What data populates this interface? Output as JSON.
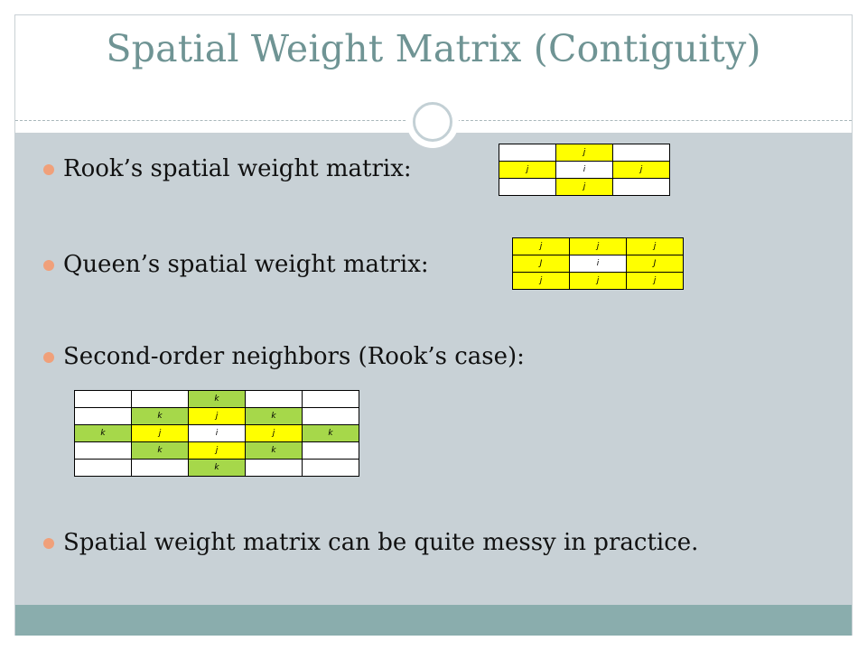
{
  "slide": {
    "title": "Spatial Weight Matrix (Contiguity)",
    "bullets": [
      "Rook’s spatial weight matrix:",
      "Queen’s spatial weight matrix:",
      "Second-order neighbors (Rook’s case):",
      "Spatial weight matrix can be quite messy in practice."
    ]
  },
  "colors": {
    "title": "#6f9494",
    "content_bg": "#c8d1d6",
    "footer": "#8aadad",
    "bullet": "#f0a07a",
    "first_order": "#ffff00",
    "second_order": "#a6d84a"
  },
  "rook_matrix": [
    [
      {
        "t": ""
      },
      {
        "t": "j",
        "c": "y"
      },
      {
        "t": ""
      }
    ],
    [
      {
        "t": "j",
        "c": "y"
      },
      {
        "t": "i"
      },
      {
        "t": "j",
        "c": "y"
      }
    ],
    [
      {
        "t": ""
      },
      {
        "t": "j",
        "c": "y"
      },
      {
        "t": ""
      }
    ]
  ],
  "queen_matrix": [
    [
      {
        "t": "j",
        "c": "y"
      },
      {
        "t": "j",
        "c": "y"
      },
      {
        "t": "j",
        "c": "y"
      }
    ],
    [
      {
        "t": "J",
        "c": "y"
      },
      {
        "t": "i"
      },
      {
        "t": "J",
        "c": "y"
      }
    ],
    [
      {
        "t": "j",
        "c": "y"
      },
      {
        "t": "j",
        "c": "y"
      },
      {
        "t": "j",
        "c": "y"
      }
    ]
  ],
  "second_order_matrix": [
    [
      {
        "t": ""
      },
      {
        "t": ""
      },
      {
        "t": "k",
        "c": "g"
      },
      {
        "t": ""
      },
      {
        "t": ""
      }
    ],
    [
      {
        "t": ""
      },
      {
        "t": "k",
        "c": "g"
      },
      {
        "t": "j",
        "c": "y"
      },
      {
        "t": "k",
        "c": "g"
      },
      {
        "t": ""
      }
    ],
    [
      {
        "t": "k",
        "c": "g"
      },
      {
        "t": "j",
        "c": "y"
      },
      {
        "t": "i"
      },
      {
        "t": "j",
        "c": "y"
      },
      {
        "t": "k",
        "c": "g"
      }
    ],
    [
      {
        "t": ""
      },
      {
        "t": "k",
        "c": "g"
      },
      {
        "t": "j",
        "c": "y"
      },
      {
        "t": "k",
        "c": "g"
      },
      {
        "t": ""
      }
    ],
    [
      {
        "t": ""
      },
      {
        "t": ""
      },
      {
        "t": "k",
        "c": "g"
      },
      {
        "t": ""
      },
      {
        "t": ""
      }
    ]
  ]
}
